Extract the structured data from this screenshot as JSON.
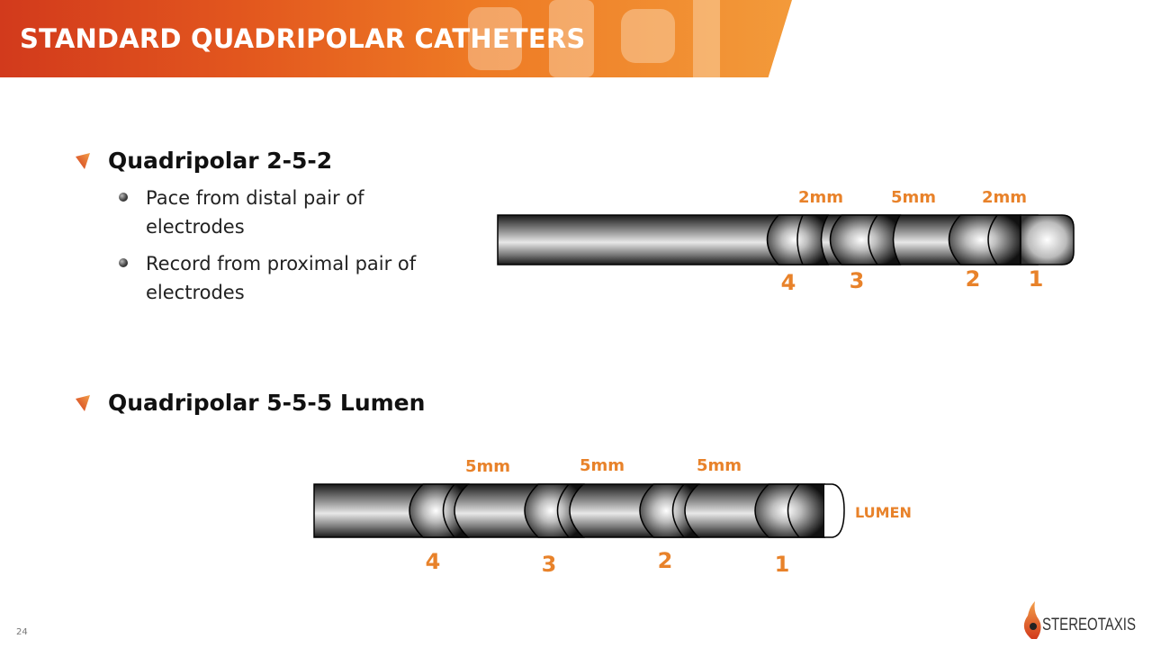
{
  "slide": {
    "title": "STANDARD QUADRIPOLAR CATHETERS",
    "page_number": "24"
  },
  "bullets": [
    {
      "heading": "Quadripolar 2-5-2",
      "sub": [
        "Pace from distal pair of electrodes",
        "Record from proximal pair of electrodes"
      ]
    },
    {
      "heading": "Quadripolar 5-5-5 Lumen",
      "sub": []
    }
  ],
  "diagram_252": {
    "spacings": [
      "2mm",
      "5mm",
      "2mm"
    ],
    "electrodes": [
      "4",
      "3",
      "2",
      "1"
    ]
  },
  "diagram_555": {
    "spacings": [
      "5mm",
      "5mm",
      "5mm"
    ],
    "electrodes": [
      "4",
      "3",
      "2",
      "1"
    ],
    "tip_label": "LUMEN"
  },
  "logo": {
    "text": "STEREOTAXIS"
  },
  "colors": {
    "accent": "#e8822a",
    "header_start": "#d23a1c",
    "header_end": "#f39a3a"
  }
}
